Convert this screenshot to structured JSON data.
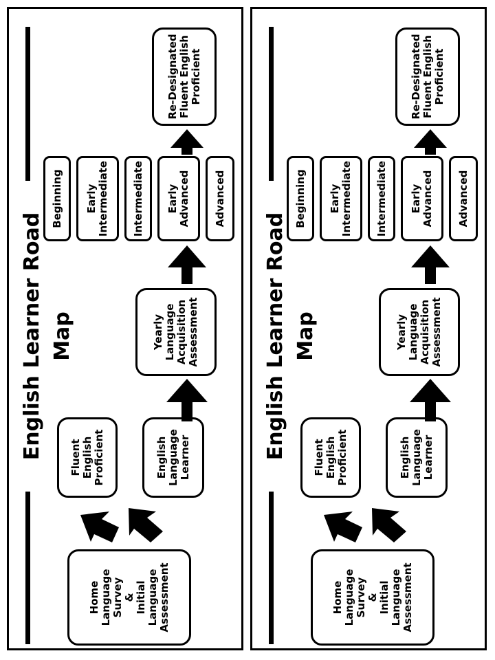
{
  "roadmap": {
    "title": "English Learner Road Map",
    "nodes": {
      "start": "Home\nLanguage\nSurvey\n&\nInitial\nLanguage\nAssessment",
      "fluent": "Fluent\nEnglish\nProficient",
      "ell": "English\nLanguage\nLearner",
      "yearly": "Yearly\nLanguage\nAcquisition\nAssessment",
      "redesignated": "Re-Designated\nFluent English\nProficient"
    },
    "levels": {
      "beginning": "Beginning",
      "early_intermediate": "Early\nIntermediate",
      "intermediate": "Intermediate",
      "early_advanced": "Early\nAdvanced",
      "advanced": "Advanced"
    }
  }
}
